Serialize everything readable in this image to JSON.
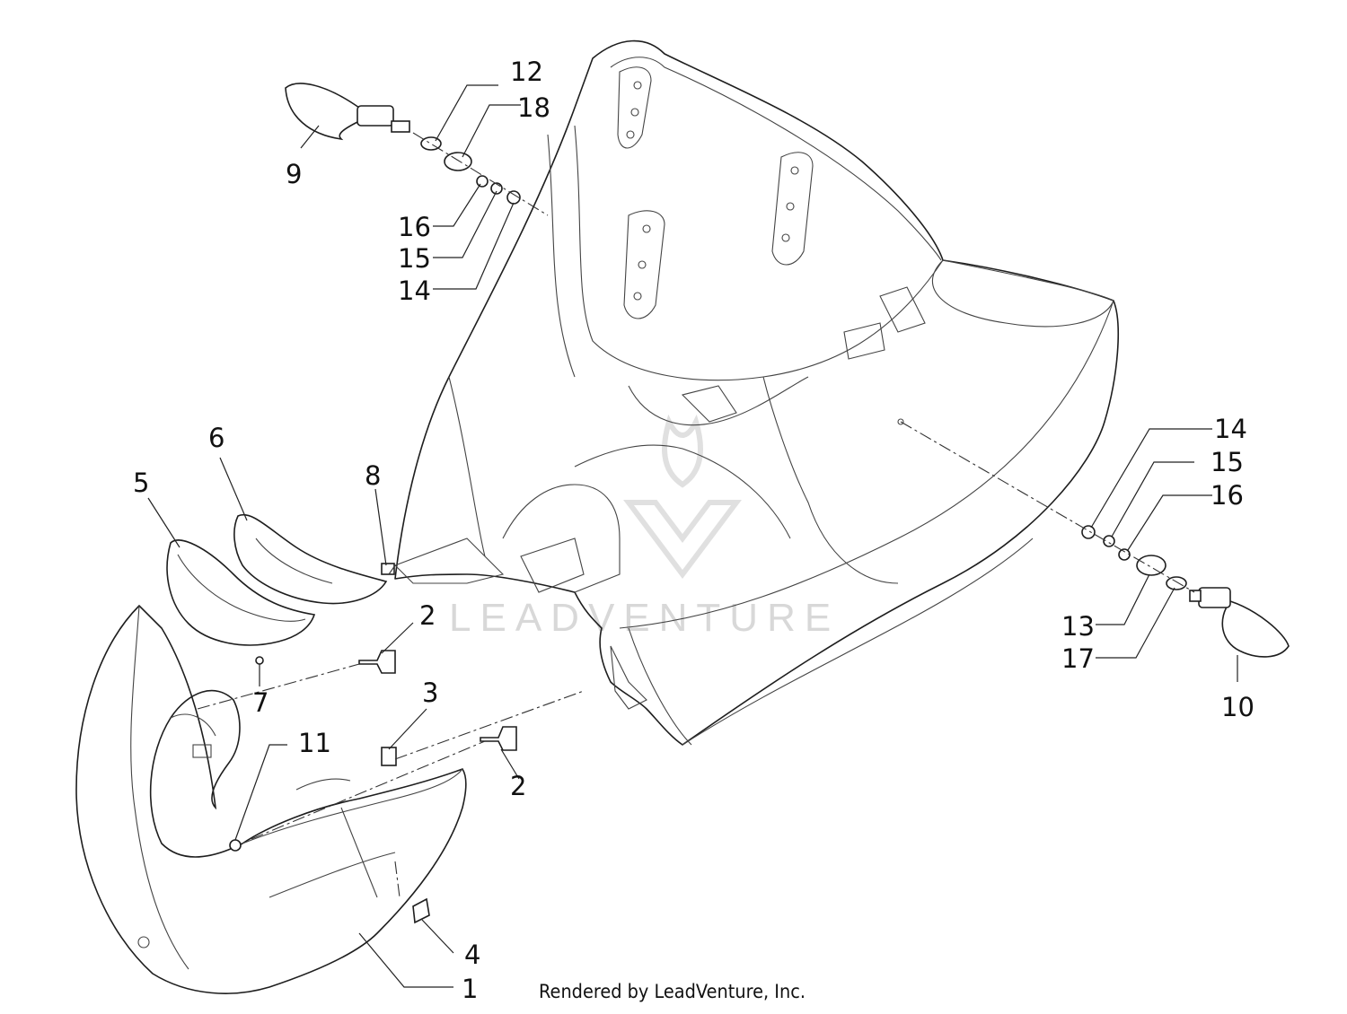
{
  "watermark": "LEADVENTURE",
  "footer": "Rendered by LeadVenture, Inc.",
  "callouts": [
    "12",
    "18",
    "9",
    "16",
    "15",
    "14",
    "6",
    "5",
    "8",
    "2",
    "7",
    "3",
    "11",
    "2",
    "4",
    "1",
    "14",
    "15",
    "16",
    "13",
    "17",
    "10"
  ]
}
